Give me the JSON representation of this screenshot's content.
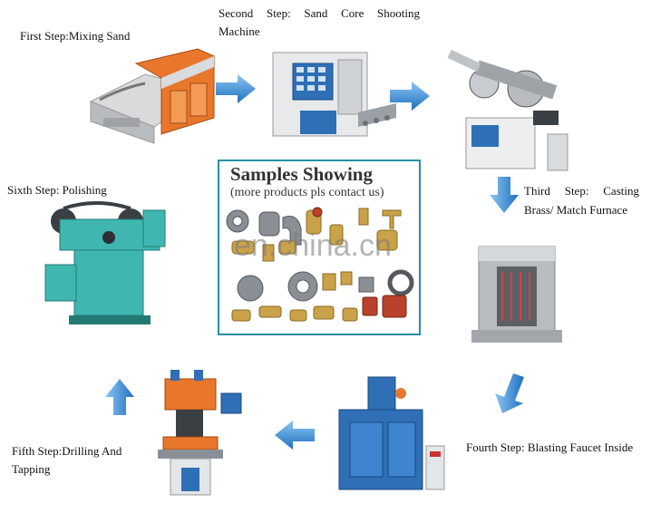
{
  "steps": {
    "first": "First Step:Mixing Sand",
    "second_line1": "Second Step: Sand Core Shooting",
    "second_line2": "Machine",
    "third_line1": "Third Step: Casting",
    "third_line2": "Brass/ Match Furnace",
    "fourth": "Fourth Step: Blasting Faucet Inside",
    "fifth_line1": "Fifth Step:Drilling And",
    "fifth_line2": "Tapping",
    "sixth": "Sixth Step: Polishing"
  },
  "samples": {
    "title": "Samples Showing",
    "subtitle": "(more products pls contact us)"
  },
  "watermark": "en.china.cn",
  "colors": {
    "arrow": "#2d87d6",
    "frame": "#2a8fa0",
    "machine_orange": "#e8772c",
    "machine_teal": "#3fb7b0",
    "machine_blue": "#2f6fb6"
  },
  "icons": [
    "sand-mixer-machine",
    "core-shooting-machine",
    "casting-machine",
    "melting-furnace",
    "shot-blasting-machine",
    "drilling-tapping-machine",
    "polishing-machine",
    "brass-fittings-samples"
  ]
}
